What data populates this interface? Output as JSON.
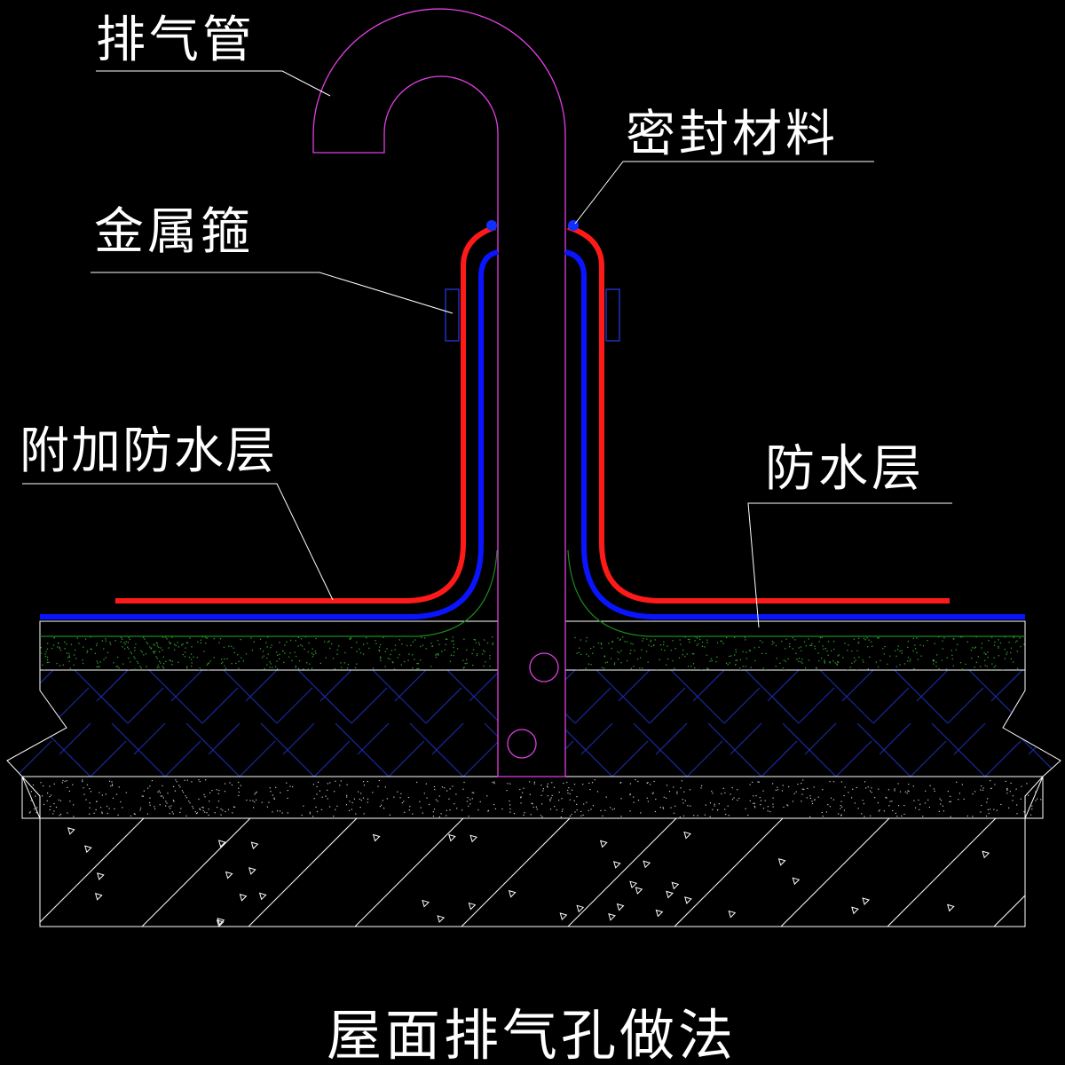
{
  "labels": {
    "vent_pipe": "排气管",
    "sealant": "密封材料",
    "metal_clamp": "金属箍",
    "additional_waterproof": "附加防水层",
    "waterproof": "防水层"
  },
  "title": "屋面排气孔做法",
  "colors": {
    "background": "#000000",
    "pipe": "#e040e0",
    "additional_layer": "#ff1a1a",
    "waterproof_layer": "#0a14ff",
    "clamp": "#2030c0",
    "sealant": "#1030ff",
    "screed_line": "#1a8a1a",
    "insulation_hatch": "#1a2aa0",
    "outline": "#ffffff"
  }
}
